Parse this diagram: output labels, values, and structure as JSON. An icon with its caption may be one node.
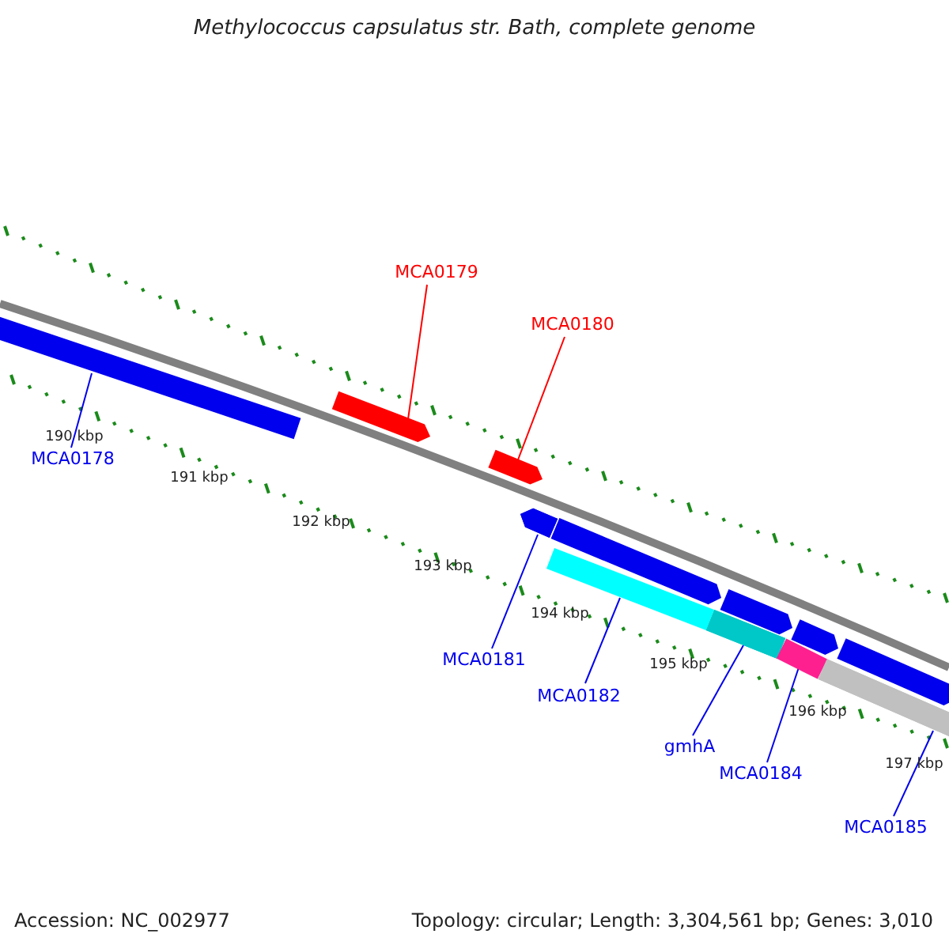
{
  "diagram": {
    "title": "Methylococcus capsulatus str. Bath, complete genome",
    "nodes": [
      {
        "text": [
          "MCA0179"
        ]
      },
      {
        "text": [],
        "shape": "bar"
      },
      {
        "text": [
          "MCA0180"
        ]
      },
      {
        "text": [],
        "shape": "bar"
      },
      {
        "text": [
          "MCA0178"
        ]
      },
      {
        "text": [],
        "shape": "bar"
      },
      {
        "text": [
          "MCA0181"
        ]
      },
      {
        "text": [],
        "shape": "bar"
      },
      {
        "text": [
          "MCA0182"
        ]
      },
      {
        "text": [],
        "shape": "bar"
      },
      {
        "text": [
          "gmhA"
        ]
      },
      {
        "text": [],
        "shape": "bar"
      },
      {
        "text": [
          "MCA0184"
        ]
      },
      {
        "text": [],
        "shape": "bar"
      },
      {
        "text": [
          "MCA0185"
        ]
      },
      {
        "text": [],
        "shape": "bar"
      }
    ],
    "edges": [
      {
        "from": 0,
        "to": 1,
        "arrow": "none",
        "color": "#ff0000"
      },
      {
        "from": 2,
        "to": 3,
        "arrow": "none",
        "color": "#ff0000"
      },
      {
        "from": 4,
        "to": 5,
        "arrow": "none"
      },
      {
        "from": 6,
        "to": 7,
        "arrow": "none"
      },
      {
        "from": 8,
        "to": 9,
        "arrow": "none"
      },
      {
        "from": 10,
        "to": 11,
        "arrow": "none"
      },
      {
        "from": 12,
        "to": 13,
        "arrow": "none"
      },
      {
        "from": 14,
        "to": 15,
        "arrow": "none"
      }
    ],
    "labels": [
      "190 kbp",
      "191 kbp",
      "192 kbp",
      "193 kbp",
      "194 kbp",
      "195 kbp",
      "196 kbp",
      "197 kbp",
      "Accession: NC_002977",
      "Topology: circular; Length: 3,304,561 bp; Genes: 3,010"
    ]
  }
}
